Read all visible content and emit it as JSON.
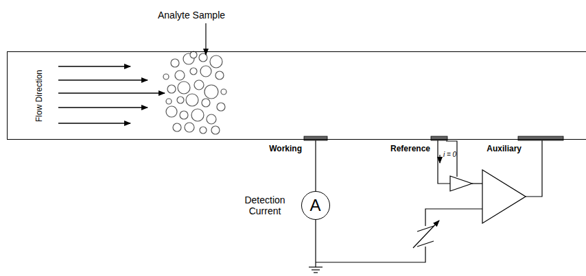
{
  "diagram": {
    "nodes": [
      {
        "text": [
          "Flow Direction"
        ]
      },
      {
        "text": [
          "A"
        ]
      }
    ],
    "labels": [
      "Analyte Sample",
      "Working",
      "Reference",
      "Auxiliary",
      "Detection Current",
      "i = 0"
    ]
  }
}
